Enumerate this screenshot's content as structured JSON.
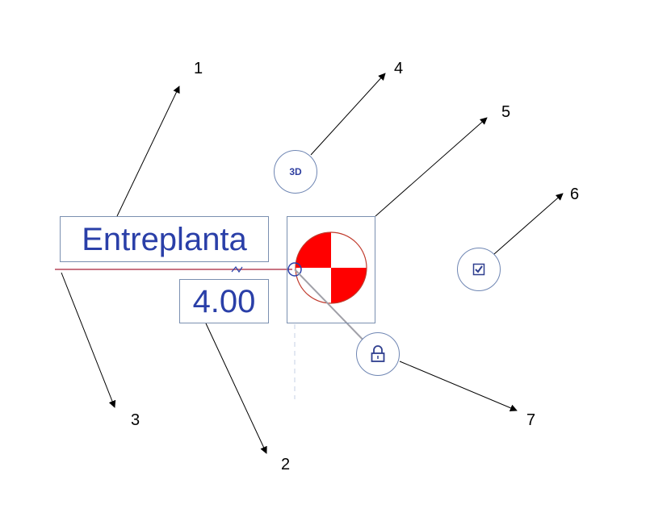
{
  "level": {
    "name": "Entreplanta",
    "elevation": "4.00"
  },
  "controls": {
    "threed_label": "3D",
    "checkbox_icon": "checkbox-icon",
    "lock_icon": "lock-icon"
  },
  "callouts": [
    "1",
    "2",
    "3",
    "4",
    "5",
    "6",
    "7"
  ],
  "colors": {
    "level_line": "#c0392b",
    "text_blue": "#2a3fa8",
    "marker_red": "#ff0000",
    "border": "#7a8fb0"
  }
}
